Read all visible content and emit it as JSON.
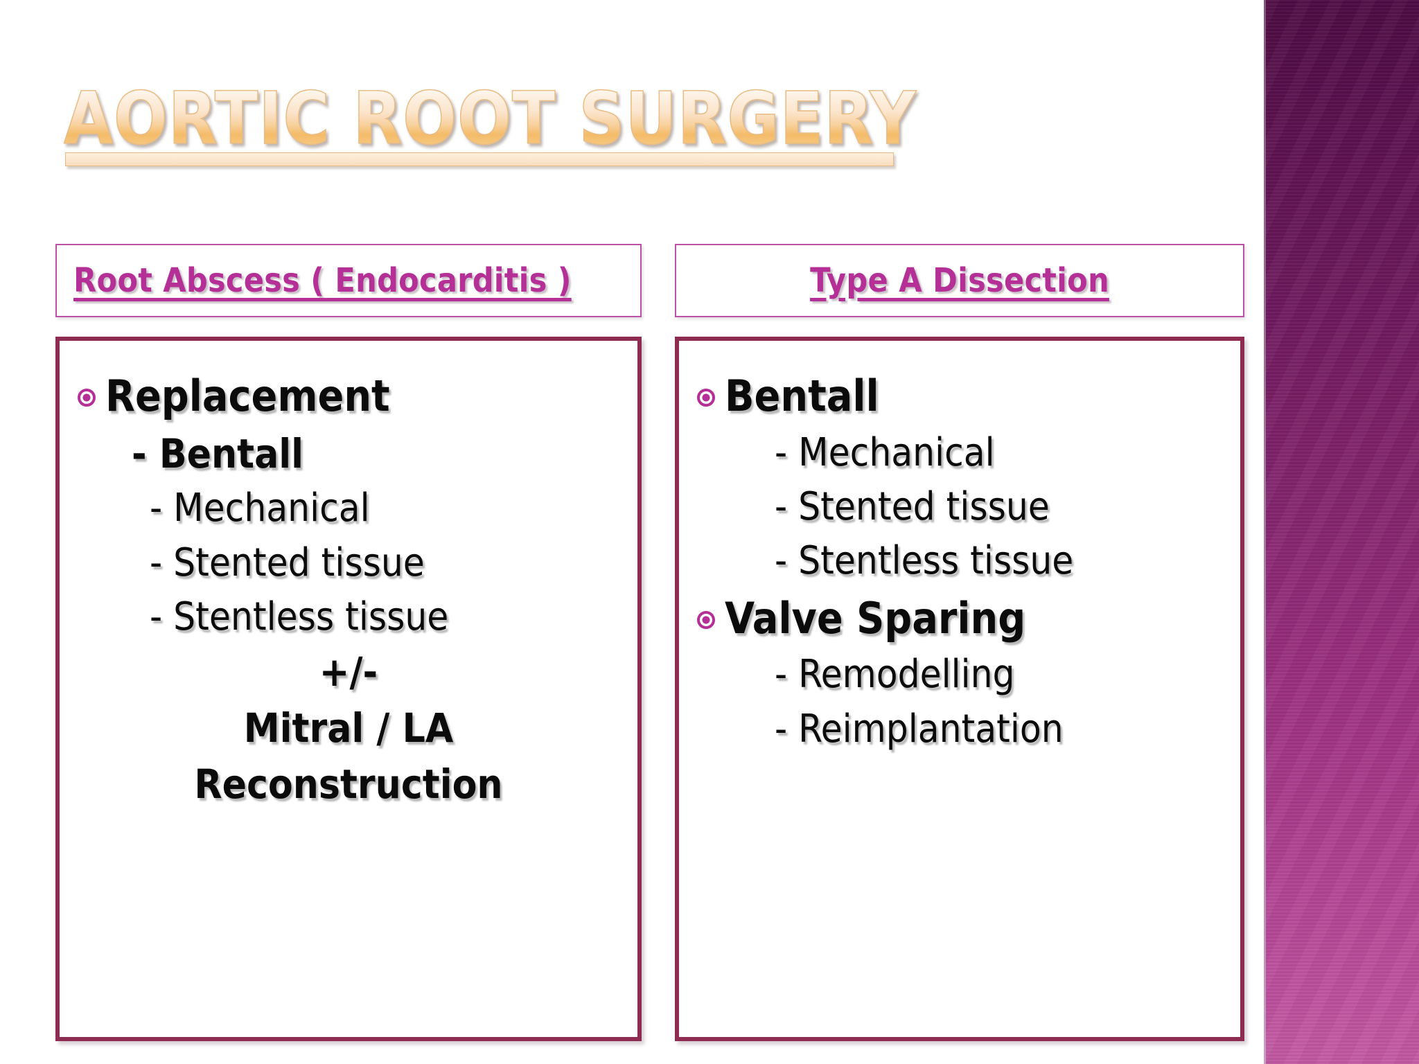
{
  "slide": {
    "title": "Aortic Root Surgery",
    "accent_purple": "#b43096",
    "accent_maroon": "#8e2b50",
    "title_gold": "#f4bb68",
    "sidebar_top": "#4e0c44",
    "sidebar_bottom": "#c45aa4",
    "text_color": "#0b0b0b"
  },
  "columns": [
    {
      "id": "left",
      "header": "Root Abscess ( Endocarditis )",
      "bullet_icon": "ring-bullet-icon",
      "items": [
        {
          "level": 1,
          "bullet": true,
          "align": "left",
          "text": "Replacement"
        },
        {
          "level": 2,
          "bullet": false,
          "align": "indent1",
          "text": "- Bentall"
        },
        {
          "level": 3,
          "bullet": false,
          "align": "indent2",
          "text": "- Mechanical"
        },
        {
          "level": 3,
          "bullet": false,
          "align": "indent2",
          "text": "- Stented tissue"
        },
        {
          "level": 3,
          "bullet": false,
          "align": "indent2",
          "text": "- Stentless tissue"
        },
        {
          "level": 2,
          "bullet": false,
          "align": "center",
          "text": "+/-"
        },
        {
          "level": 2,
          "bullet": false,
          "align": "center",
          "text": "Mitral / LA"
        },
        {
          "level": 2,
          "bullet": false,
          "align": "center",
          "text": "Reconstruction"
        }
      ]
    },
    {
      "id": "right",
      "header": "Type A Dissection",
      "bullet_icon": "ring-bullet-icon",
      "items": [
        {
          "level": 1,
          "bullet": true,
          "align": "left",
          "text": "Bentall"
        },
        {
          "level": 3,
          "bullet": false,
          "align": "indent2",
          "text": "- Mechanical"
        },
        {
          "level": 3,
          "bullet": false,
          "align": "indent2",
          "text": "- Stented tissue"
        },
        {
          "level": 3,
          "bullet": false,
          "align": "indent2",
          "text": "- Stentless tissue"
        },
        {
          "level": 1,
          "bullet": true,
          "align": "left",
          "text": "Valve Sparing"
        },
        {
          "level": 3,
          "bullet": false,
          "align": "indent2",
          "text": "- Remodelling"
        },
        {
          "level": 3,
          "bullet": false,
          "align": "indent2",
          "text": "- Reimplantation"
        }
      ]
    }
  ]
}
